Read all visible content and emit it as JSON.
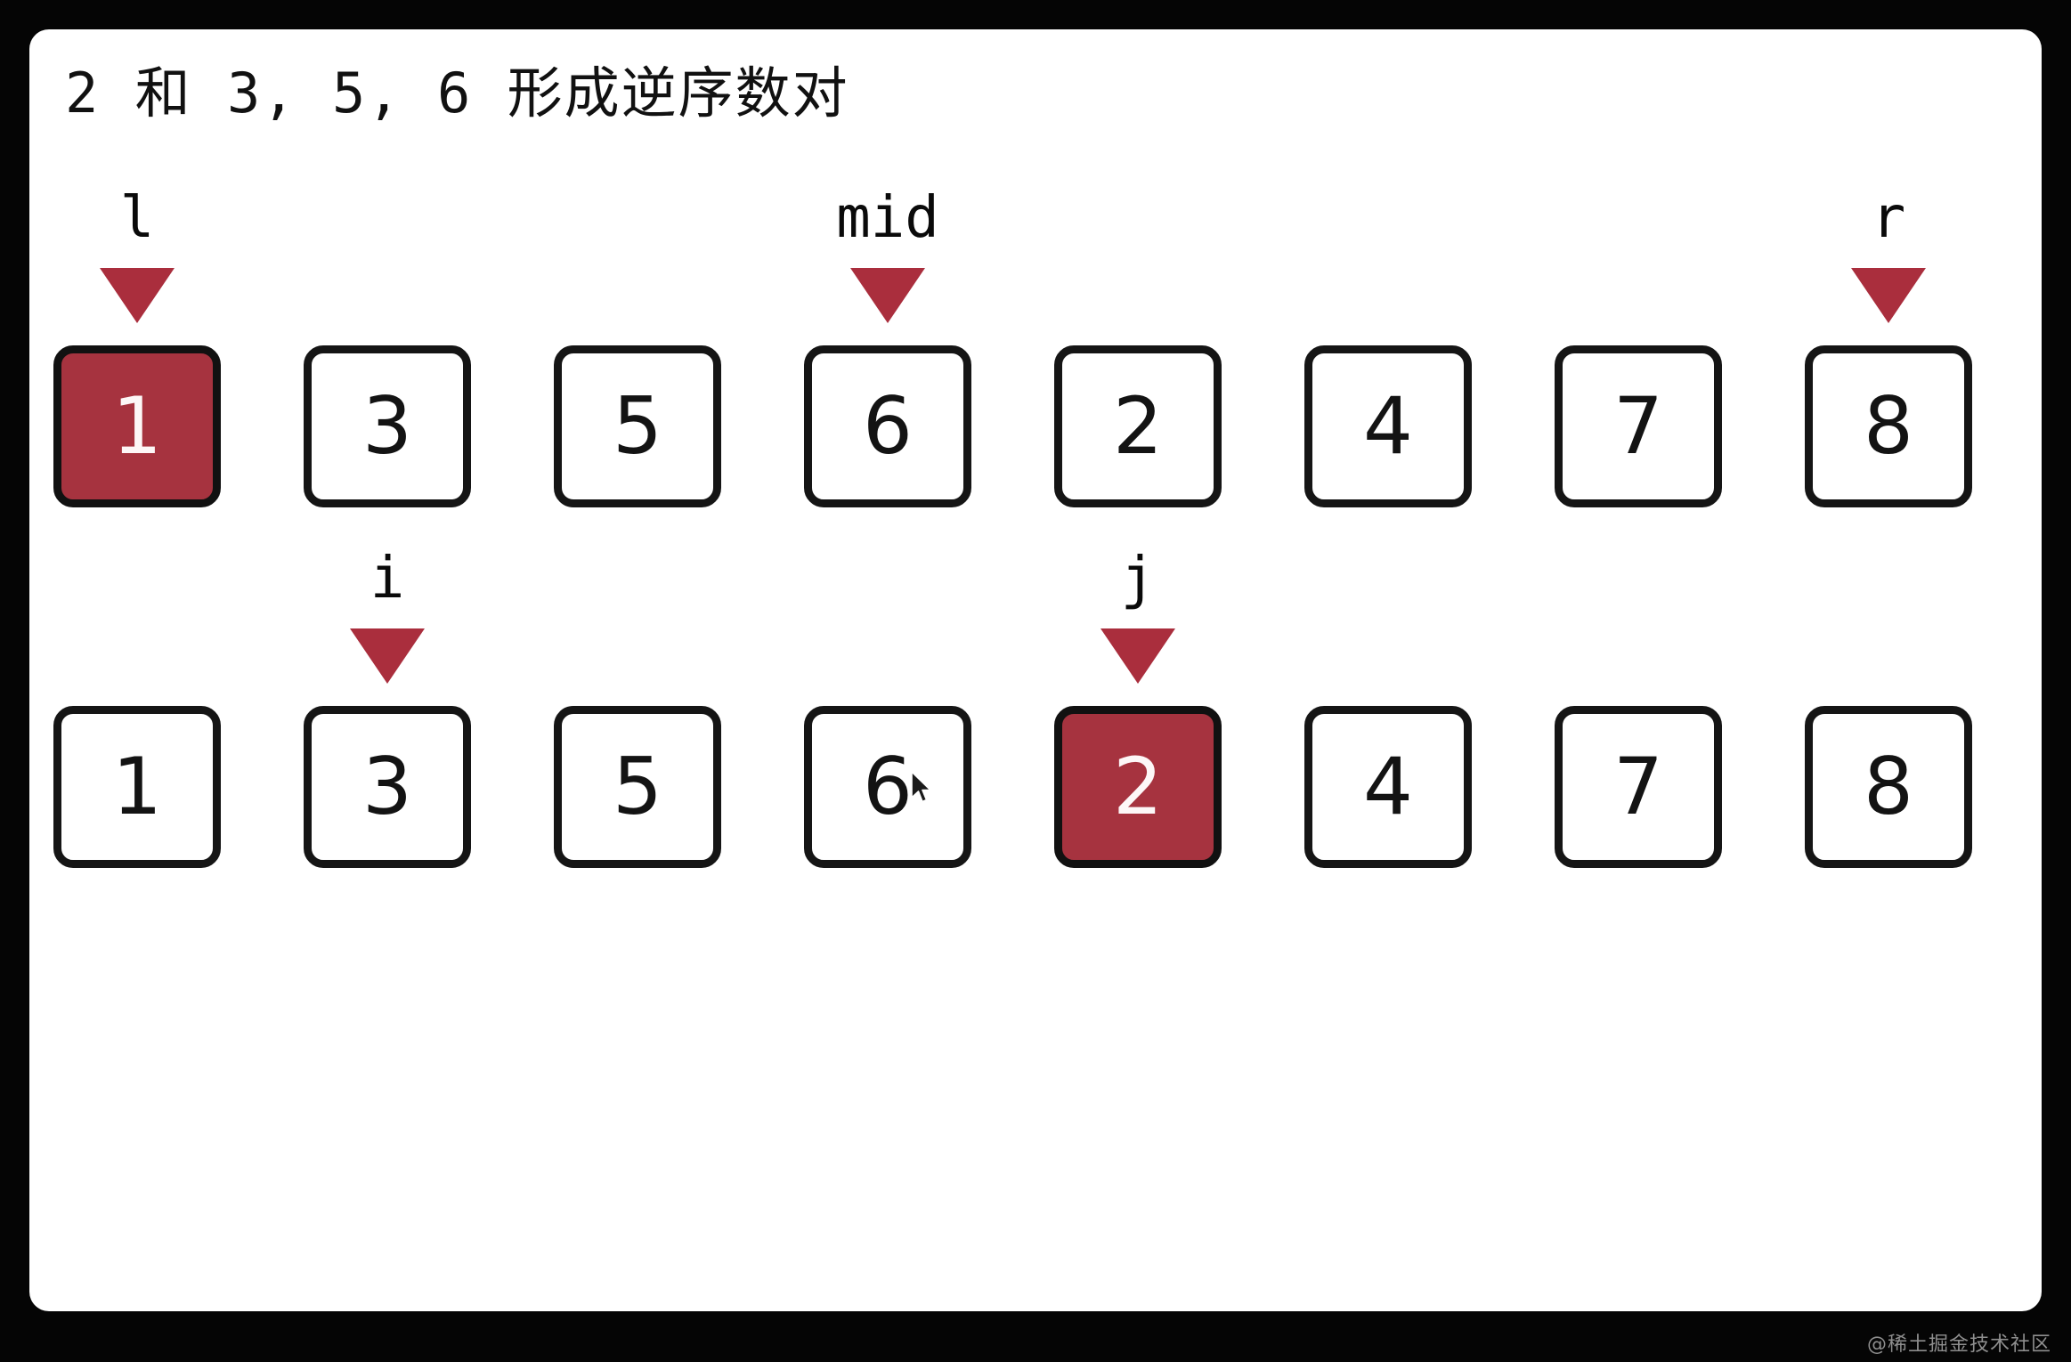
{
  "frame": {
    "watermark": "@稀土掘金技术社区"
  },
  "title": "2 和 3, 5, 6 形成逆序数对",
  "colors": {
    "frame_black": "#050505",
    "canvas_white": "#ffffff",
    "box_border": "#151515",
    "highlight_fill": "#A6333F",
    "highlight_text": "#fdf7f7",
    "arrow_red": "#AA2E3D",
    "text_black": "#131313",
    "watermark_gray": "#8e8e8e"
  },
  "top_row": {
    "name": "array-row-top",
    "cells": [
      {
        "value": "1",
        "highlight": true
      },
      {
        "value": "3",
        "highlight": false
      },
      {
        "value": "5",
        "highlight": false
      },
      {
        "value": "6",
        "highlight": false
      },
      {
        "value": "2",
        "highlight": false
      },
      {
        "value": "4",
        "highlight": false
      },
      {
        "value": "7",
        "highlight": false
      },
      {
        "value": "8",
        "highlight": false
      }
    ],
    "pointers": [
      {
        "label": "l",
        "index": 0
      },
      {
        "label": "mid",
        "index": 3
      },
      {
        "label": "r",
        "index": 7
      }
    ]
  },
  "bottom_row": {
    "name": "array-row-bottom",
    "cells": [
      {
        "value": "1",
        "highlight": false
      },
      {
        "value": "3",
        "highlight": false
      },
      {
        "value": "5",
        "highlight": false
      },
      {
        "value": "6",
        "highlight": false
      },
      {
        "value": "2",
        "highlight": true
      },
      {
        "value": "4",
        "highlight": false
      },
      {
        "value": "7",
        "highlight": false
      },
      {
        "value": "8",
        "highlight": false
      }
    ],
    "pointers": [
      {
        "label": "i",
        "index": 1
      },
      {
        "label": "j",
        "index": 4
      }
    ]
  },
  "cursor": {
    "icon": "mouse-pointer-icon",
    "row": "bottom",
    "over_cell_index": 3
  }
}
